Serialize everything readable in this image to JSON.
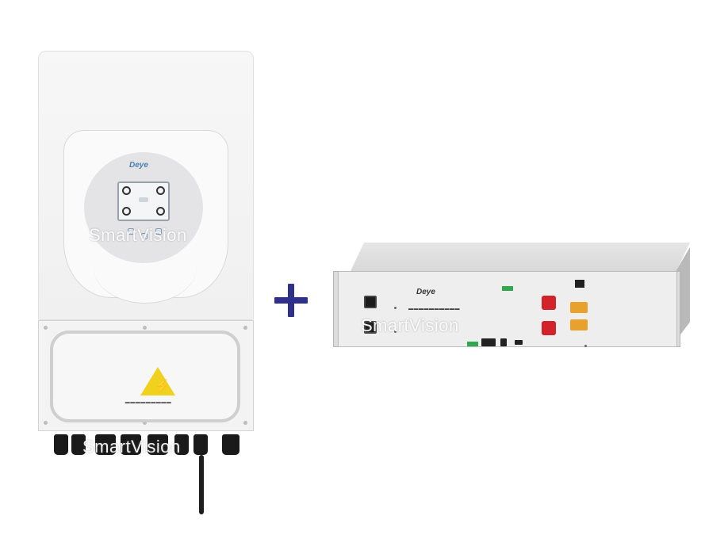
{
  "watermark": "SmartVision",
  "inverter": {
    "brand_logo": "Deye",
    "screen_icon": "display-icon"
  },
  "plus_sign": "+",
  "battery": {
    "brand_logo": "Deye"
  },
  "colors": {
    "plus": "#2f2f8c",
    "warning": "#f0d11e",
    "terminal": "#d2222a",
    "connector": "#e8a12c"
  }
}
